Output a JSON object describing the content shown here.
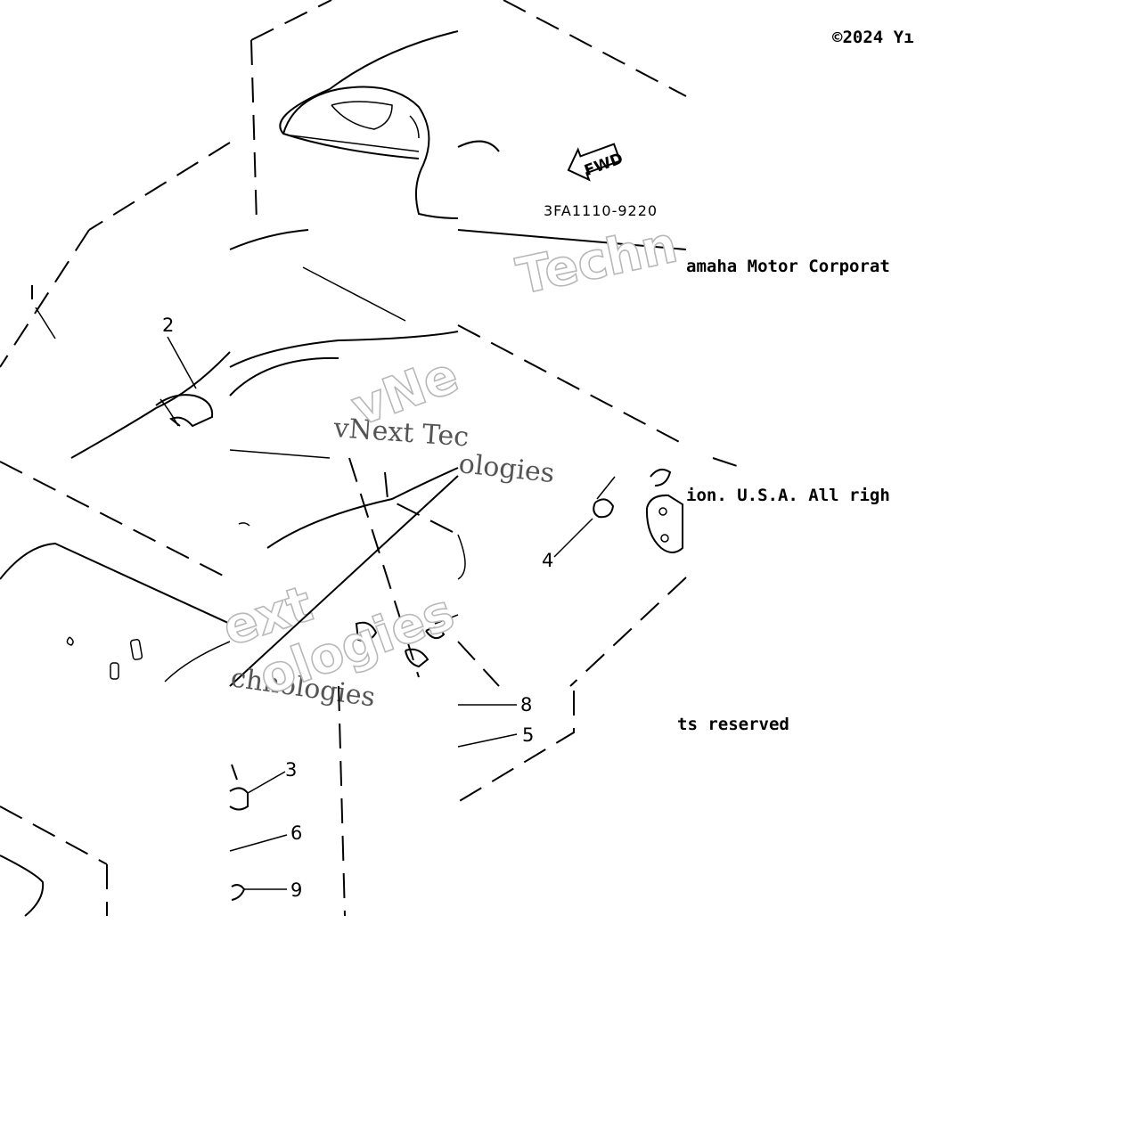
{
  "copyright": {
    "line1": "©2024 Yı",
    "line2": "amaha Motor Corporat",
    "line3": "ion. U.S.A. All righ",
    "line4": "ts reserved"
  },
  "part_number": "3FA1110-9220",
  "fwd_label": "FWD",
  "callouts": {
    "c2": "2",
    "c3": "3",
    "c4": "4",
    "c5": "5",
    "c6": "6",
    "c8": "8",
    "c9": "9"
  },
  "watermark": {
    "serif_a": "vNext Tec",
    "serif_b": "ologies",
    "serif_c": "chnologies",
    "outline_a": "Techn",
    "outline_b": "ext",
    "outline_c": "ologies",
    "outline_d": "vNe"
  }
}
